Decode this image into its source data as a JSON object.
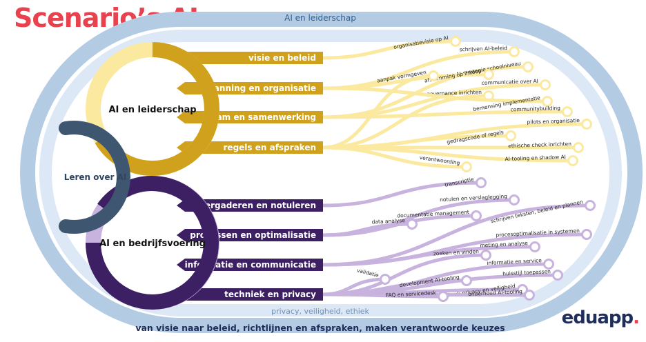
{
  "title": "Scenario’s AI",
  "outer_ring_label": "AI en leiderschap",
  "inner_band_label": "privacy, veiligheid, ethiek",
  "bottom_caption": "van visie naar beleid, richtlijnen en afspraken, maken verantwoorde keuzes",
  "logo": {
    "main": "eduapp",
    "dot": "."
  },
  "colors": {
    "leadership": "#cfa11c",
    "leadership_light": "#fbe9a0",
    "business": "#3d1f63",
    "business_light": "#c7b3de",
    "learning": "#3f5670",
    "outer_ring": "#b4cbe4",
    "inner_ring": "#dce8f5",
    "title": "#e8424f"
  },
  "hubs": {
    "leadership": "AI en leiderschap",
    "learning": "Leren over AI",
    "business": "AI en bedrijfsvoering"
  },
  "leadership_categories": [
    "visie en beleid",
    "planning en organisatie",
    "team en samenwerking",
    "regels en afspraken"
  ],
  "business_categories": [
    "vergaderen en notuleren",
    "processen en optimalisatie",
    "informatie en communicatie",
    "techniek en privacy"
  ],
  "leadership_items": [
    "organisatievisie op AI",
    "schrijven AI-beleid",
    "AI-strategie schoolniveau",
    "afstemming op inkoop",
    "aanpak vormgeven",
    "communicatie over AI",
    "governance inrichten",
    "bemensing implementatie",
    "communitybuilding",
    "pilots en organisatie",
    "gedragscode of regels",
    "ethische check inrichten",
    "AI-tooling en shadow AI",
    "verantwoording"
  ],
  "business_items": [
    "transcriptie",
    "notulen en verslaglegging",
    "documentatie management",
    "data analyse",
    "schrijven teksten, beleid en plannen",
    "procesoptimalisatie in systemen",
    "meting en analyse",
    "zoeken en vinden",
    "informatie en service",
    "huisstijl toepassen",
    "validatie",
    "development AI-tooling",
    "check privacy en veiligheid",
    "onderhoud AI-tooling",
    "FAQ en servicedesk"
  ]
}
